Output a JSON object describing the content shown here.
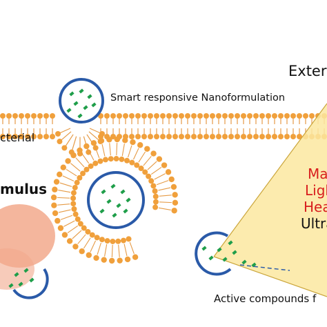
{
  "labels": {
    "smart_nanoformulation": "Smart responsive Nanoformulation",
    "bacterial_fragment": "cterial",
    "stimulus_fragment": "mulus",
    "external_fragment": "Exter",
    "active_compounds_fragment": "Active compounds f"
  },
  "stimuli": [
    {
      "text": "Ma",
      "color": "#d81e1e"
    },
    {
      "text": "Ligh",
      "color": "#d81e1e"
    },
    {
      "text": "Hea",
      "color": "#d81e1e"
    },
    {
      "text": "Ultra",
      "color": "#111111"
    }
  ],
  "colors": {
    "lipid_head": "#f0a03c",
    "lipid_tail": "#e59a45",
    "vesicle_ring": "#2a5aa8",
    "drug": "#1f9e4a",
    "light_cone": "#fbe7a0",
    "light_outline": "#caa53a",
    "cell": "#f2a98c"
  },
  "icons": [
    "green-drug-particle",
    "lipid-bilayer",
    "nanovesicle-ring",
    "light-beam"
  ]
}
